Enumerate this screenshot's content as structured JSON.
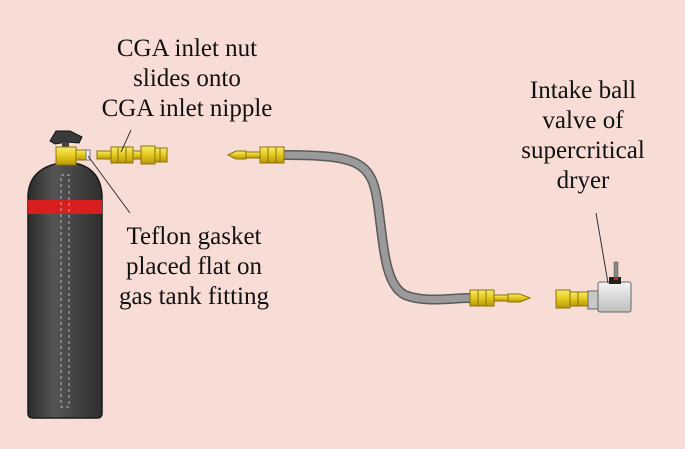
{
  "labels": {
    "cga_nut": [
      "CGA inlet nut",
      "slides onto",
      "CGA inlet nipple"
    ],
    "teflon_gasket": [
      "Teflon gasket",
      "placed flat on",
      "gas tank fitting"
    ],
    "intake_valve": [
      "Intake ball",
      "valve of",
      "supercritical",
      "dryer"
    ]
  },
  "colors": {
    "background": "#f7ddd5",
    "tank_body": "#3d3d3d",
    "tank_band": "#d81e1e",
    "brass": "#e8d020",
    "hose": "#8c8c8c",
    "valve_body": "#dcdcdc"
  }
}
